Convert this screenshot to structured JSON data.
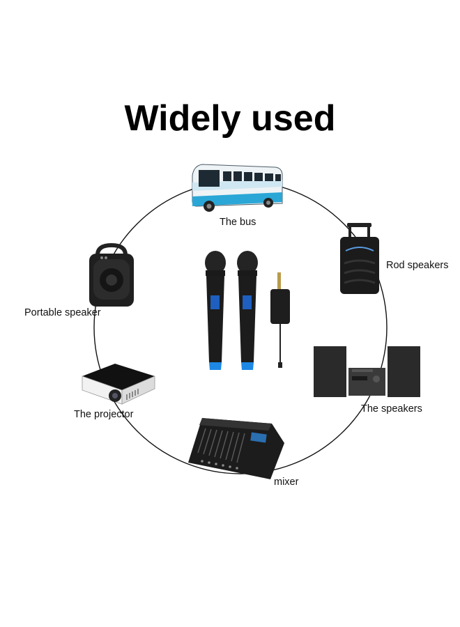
{
  "title": "Widely used",
  "devices": {
    "bus": "The bus",
    "rod_speakers": "Rod speakers",
    "portable_speaker": "Portable speaker",
    "projector": "The projector",
    "speakers": "The speakers",
    "mixer": "mixer"
  },
  "colors": {
    "circle": "#111111",
    "mic_accent": "#1e88e5",
    "bus_body": "#e8eef3",
    "bus_stripe": "#2aa7d6"
  }
}
